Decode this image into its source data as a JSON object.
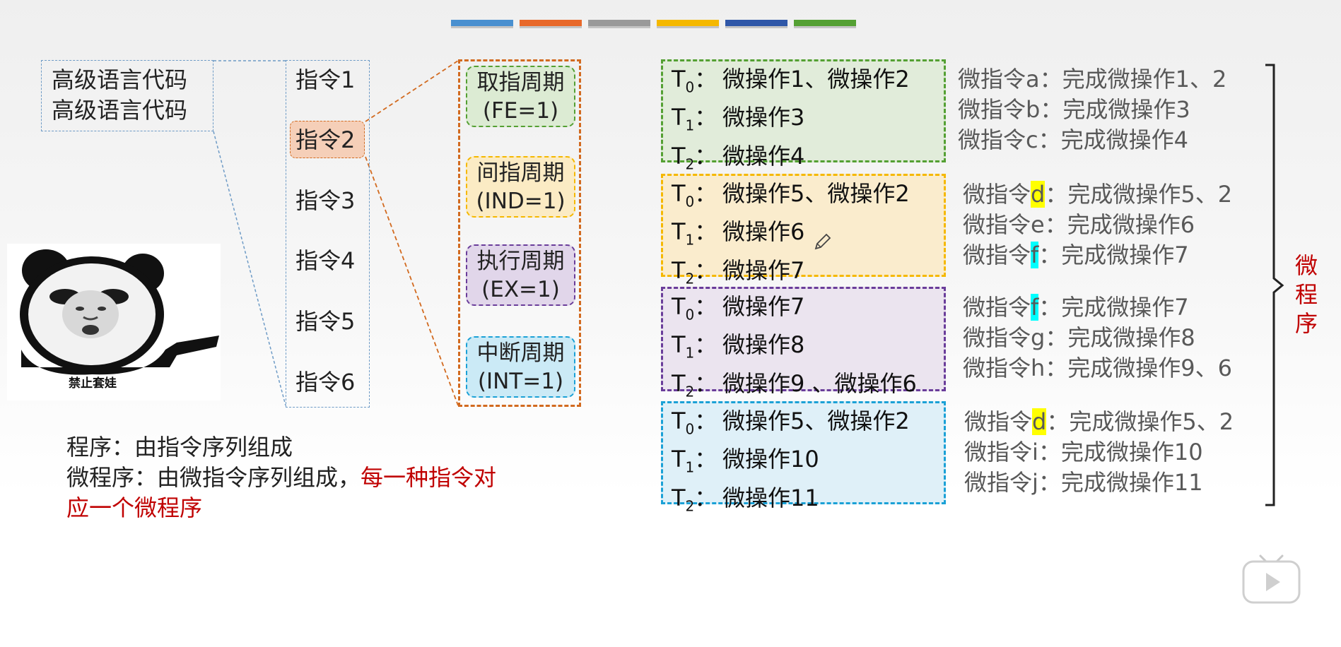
{
  "color_bars": [
    "#4a90d0",
    "#e8692a",
    "#9a9a9a",
    "#f5b800",
    "#2f57a8",
    "#54a033"
  ],
  "source_box": {
    "lines": [
      "高级语言代码",
      "高级语言代码"
    ]
  },
  "instructions": [
    "指令1",
    "指令2",
    "指令3",
    "指令4",
    "指令5",
    "指令6"
  ],
  "cycles": [
    {
      "name": "取指周期",
      "flag": "(FE=1)",
      "border": "#54a033",
      "fill": "#dcebd3"
    },
    {
      "name": "间指周期",
      "flag": "(IND=1)",
      "border": "#f5b800",
      "fill": "#fbebc4"
    },
    {
      "name": "执行周期",
      "flag": "(EX=1)",
      "border": "#6a3d9a",
      "fill": "#e1d6ea"
    },
    {
      "name": "中断周期",
      "flag": "(INT=1)",
      "border": "#1ba1d6",
      "fill": "#cbeaf6"
    }
  ],
  "micro_groups": [
    {
      "border": "#54a033",
      "fill": "#e1ecda",
      "steps": [
        {
          "t": "T",
          "sub": "0",
          "sep": "：",
          "op": "微操作1、微操作2"
        },
        {
          "t": "T",
          "sub": "1",
          "sep": "：",
          "op": "微操作3"
        },
        {
          "t": "T",
          "sub": "2",
          "sep": "：",
          "op": "微操作4"
        }
      ],
      "microinstructions": [
        {
          "prefix": "微指令",
          "letter": "a",
          "highlight": "",
          "text": "：完成微操作1、2"
        },
        {
          "prefix": "微指令",
          "letter": "b",
          "highlight": "",
          "text": "：完成微操作3"
        },
        {
          "prefix": "微指令",
          "letter": "c",
          "highlight": "",
          "text": "：完成微操作4"
        }
      ]
    },
    {
      "border": "#f5b800",
      "fill": "#faeccd",
      "steps": [
        {
          "t": "T",
          "sub": "0",
          "sep": "：",
          "op": "微操作5、微操作2"
        },
        {
          "t": "T",
          "sub": "1",
          "sep": "：",
          "op": "微操作6"
        },
        {
          "t": "T",
          "sub": "2",
          "sep": "：",
          "op": "微操作7"
        }
      ],
      "microinstructions": [
        {
          "prefix": "微指令",
          "letter": "d",
          "highlight": "yellow",
          "text": "：完成微操作5、2"
        },
        {
          "prefix": "微指令",
          "letter": "e",
          "highlight": "",
          "text": "：完成微操作6"
        },
        {
          "prefix": "微指令",
          "letter": "f",
          "highlight": "cyan",
          "text": "：完成微操作7"
        }
      ]
    },
    {
      "border": "#6a3d9a",
      "fill": "#ebe4ef",
      "steps": [
        {
          "t": "T",
          "sub": "0",
          "sep": "：",
          "op": "微操作7"
        },
        {
          "t": "T",
          "sub": "1",
          "sep": "：",
          "op": "微操作8"
        },
        {
          "t": "T",
          "sub": "2",
          "sep": "：",
          "op": "微操作9 、微操作6"
        }
      ],
      "microinstructions": [
        {
          "prefix": "微指令",
          "letter": "f",
          "highlight": "cyan",
          "text": "：完成微操作7"
        },
        {
          "prefix": "微指令",
          "letter": "g",
          "highlight": "",
          "text": "：完成微操作8"
        },
        {
          "prefix": "微指令",
          "letter": "h",
          "highlight": "",
          "text": "：完成微操作9、6"
        }
      ]
    },
    {
      "border": "#1ba1d6",
      "fill": "#dff0f8",
      "steps": [
        {
          "t": "T",
          "sub": "0",
          "sep": "：",
          "op": "微操作5、微操作2"
        },
        {
          "t": "T",
          "sub": "1",
          "sep": "：",
          "op": "微操作10"
        },
        {
          "t": "T",
          "sub": "2",
          "sep": "：",
          "op": "微操作11"
        }
      ],
      "microinstructions": [
        {
          "prefix": "微指令",
          "letter": "d",
          "highlight": "yellow",
          "text": "：完成微操作5、2"
        },
        {
          "prefix": "微指令",
          "letter": "i",
          "highlight": "",
          "text": "：完成微操作10"
        },
        {
          "prefix": "微指令",
          "letter": "j",
          "highlight": "",
          "text": "：完成微操作11"
        }
      ]
    }
  ],
  "brace_label": [
    "微",
    "程",
    "序"
  ],
  "meme": {
    "caption": "禁止套娃"
  },
  "definitions": {
    "program": "程序：由指令序列组成",
    "microprogram_prefix": "微程序：由微指令序列组成，",
    "microprogram_emphasis_1": "每一种指令对",
    "microprogram_emphasis_2": "应一个微程序"
  },
  "accent_red": "#c00000",
  "player_icon": "bilibili-play-icon"
}
